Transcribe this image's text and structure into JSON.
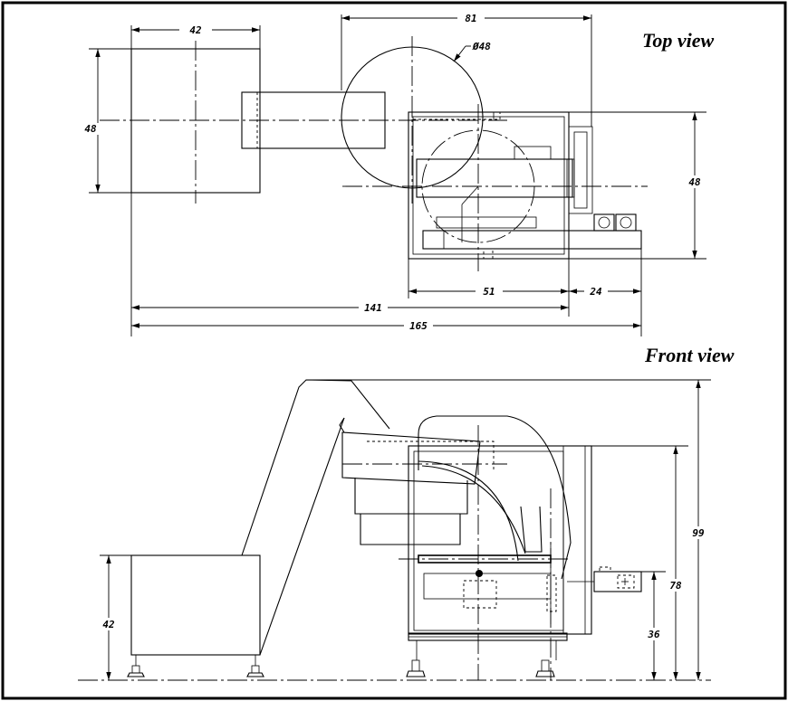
{
  "titles": {
    "top_view": "Top view",
    "front_view": "Front view"
  },
  "top_view": {
    "hopper_width": "42",
    "hopper_depth": "48",
    "bowl_span": "81",
    "bowl_diameter": "Ø48",
    "machine_depth": "48",
    "cabinet_width": "51",
    "motor_extension": "24",
    "length_to_cabinet": "141",
    "overall_length": "165"
  },
  "front_view": {
    "hopper_height": "42",
    "overall_height": "99",
    "cabinet_height": "78",
    "outlet_height": "36"
  }
}
